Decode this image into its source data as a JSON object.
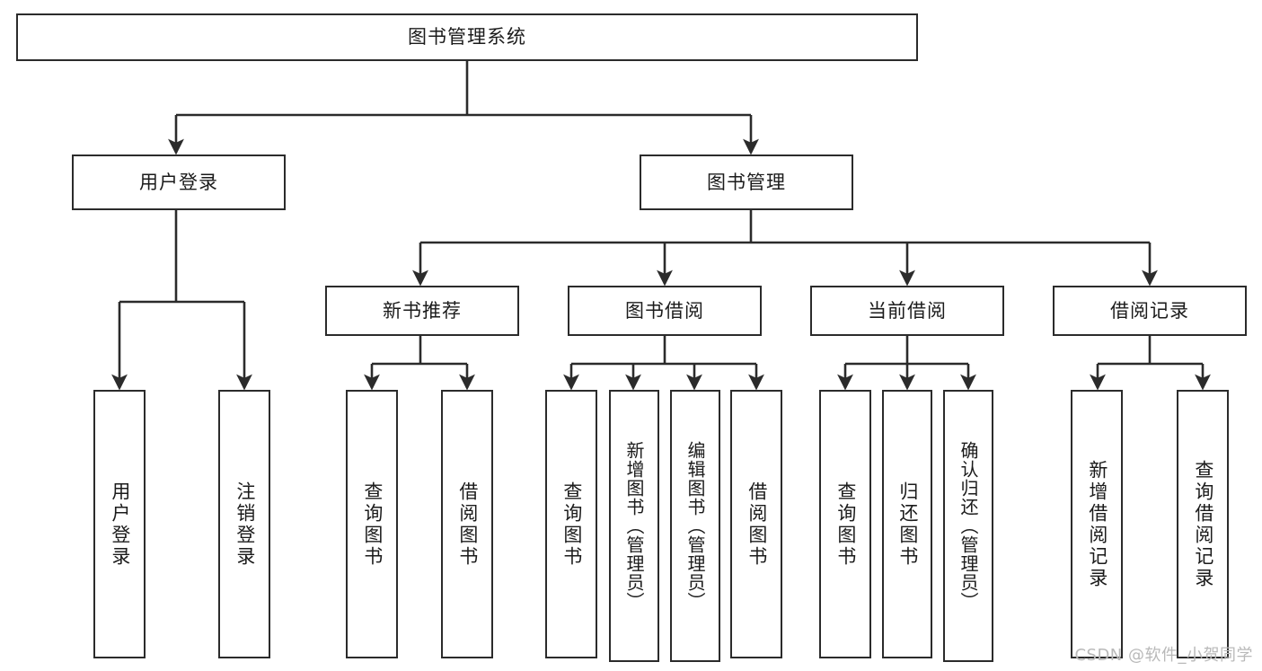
{
  "diagram": {
    "title": "图书管理系统",
    "type": "tree",
    "orientation": "top-down",
    "colors": {
      "background": "#ffffff",
      "node_fill": "#ffffff",
      "node_stroke": "#2b2b2b",
      "edge_stroke": "#2b2b2b",
      "text": "#1b1b1b",
      "watermark": "#b9b9b9"
    }
  },
  "watermark": "CSDN @软件_小贺同学",
  "nodes": {
    "root": {
      "label": "图书管理系统"
    },
    "level1": [
      {
        "id": "user-login",
        "label": "用户登录"
      },
      {
        "id": "book-manage",
        "label": "图书管理"
      }
    ],
    "level2": [
      {
        "id": "new-book-recommend",
        "label": "新书推荐"
      },
      {
        "id": "book-borrow",
        "label": "图书借阅"
      },
      {
        "id": "current-borrow",
        "label": "当前借阅"
      },
      {
        "id": "borrow-record",
        "label": "借阅记录"
      }
    ],
    "leaves": {
      "user_login": [
        {
          "id": "leaf-user-login",
          "label": "用户登录"
        },
        {
          "id": "leaf-user-logout",
          "label": "注销登录"
        }
      ],
      "new_book_recommend": [
        {
          "id": "leaf-query-book-1",
          "label": "查询图书"
        },
        {
          "id": "leaf-borrow-book-1",
          "label": "借阅图书"
        }
      ],
      "book_borrow": [
        {
          "id": "leaf-query-book-2",
          "label": "查询图书"
        },
        {
          "id": "leaf-add-book",
          "label": "新增图书（管理员）"
        },
        {
          "id": "leaf-edit-book",
          "label": "编辑图书（管理员）"
        },
        {
          "id": "leaf-borrow-book-2",
          "label": "借阅图书"
        }
      ],
      "current_borrow": [
        {
          "id": "leaf-query-book-3",
          "label": "查询图书"
        },
        {
          "id": "leaf-return-book",
          "label": "归还图书"
        },
        {
          "id": "leaf-confirm-return",
          "label": "确认归还（管理员）"
        }
      ],
      "borrow_record": [
        {
          "id": "leaf-add-record",
          "label": "新增借阅记录"
        },
        {
          "id": "leaf-query-record",
          "label": "查询借阅记录"
        }
      ]
    }
  }
}
